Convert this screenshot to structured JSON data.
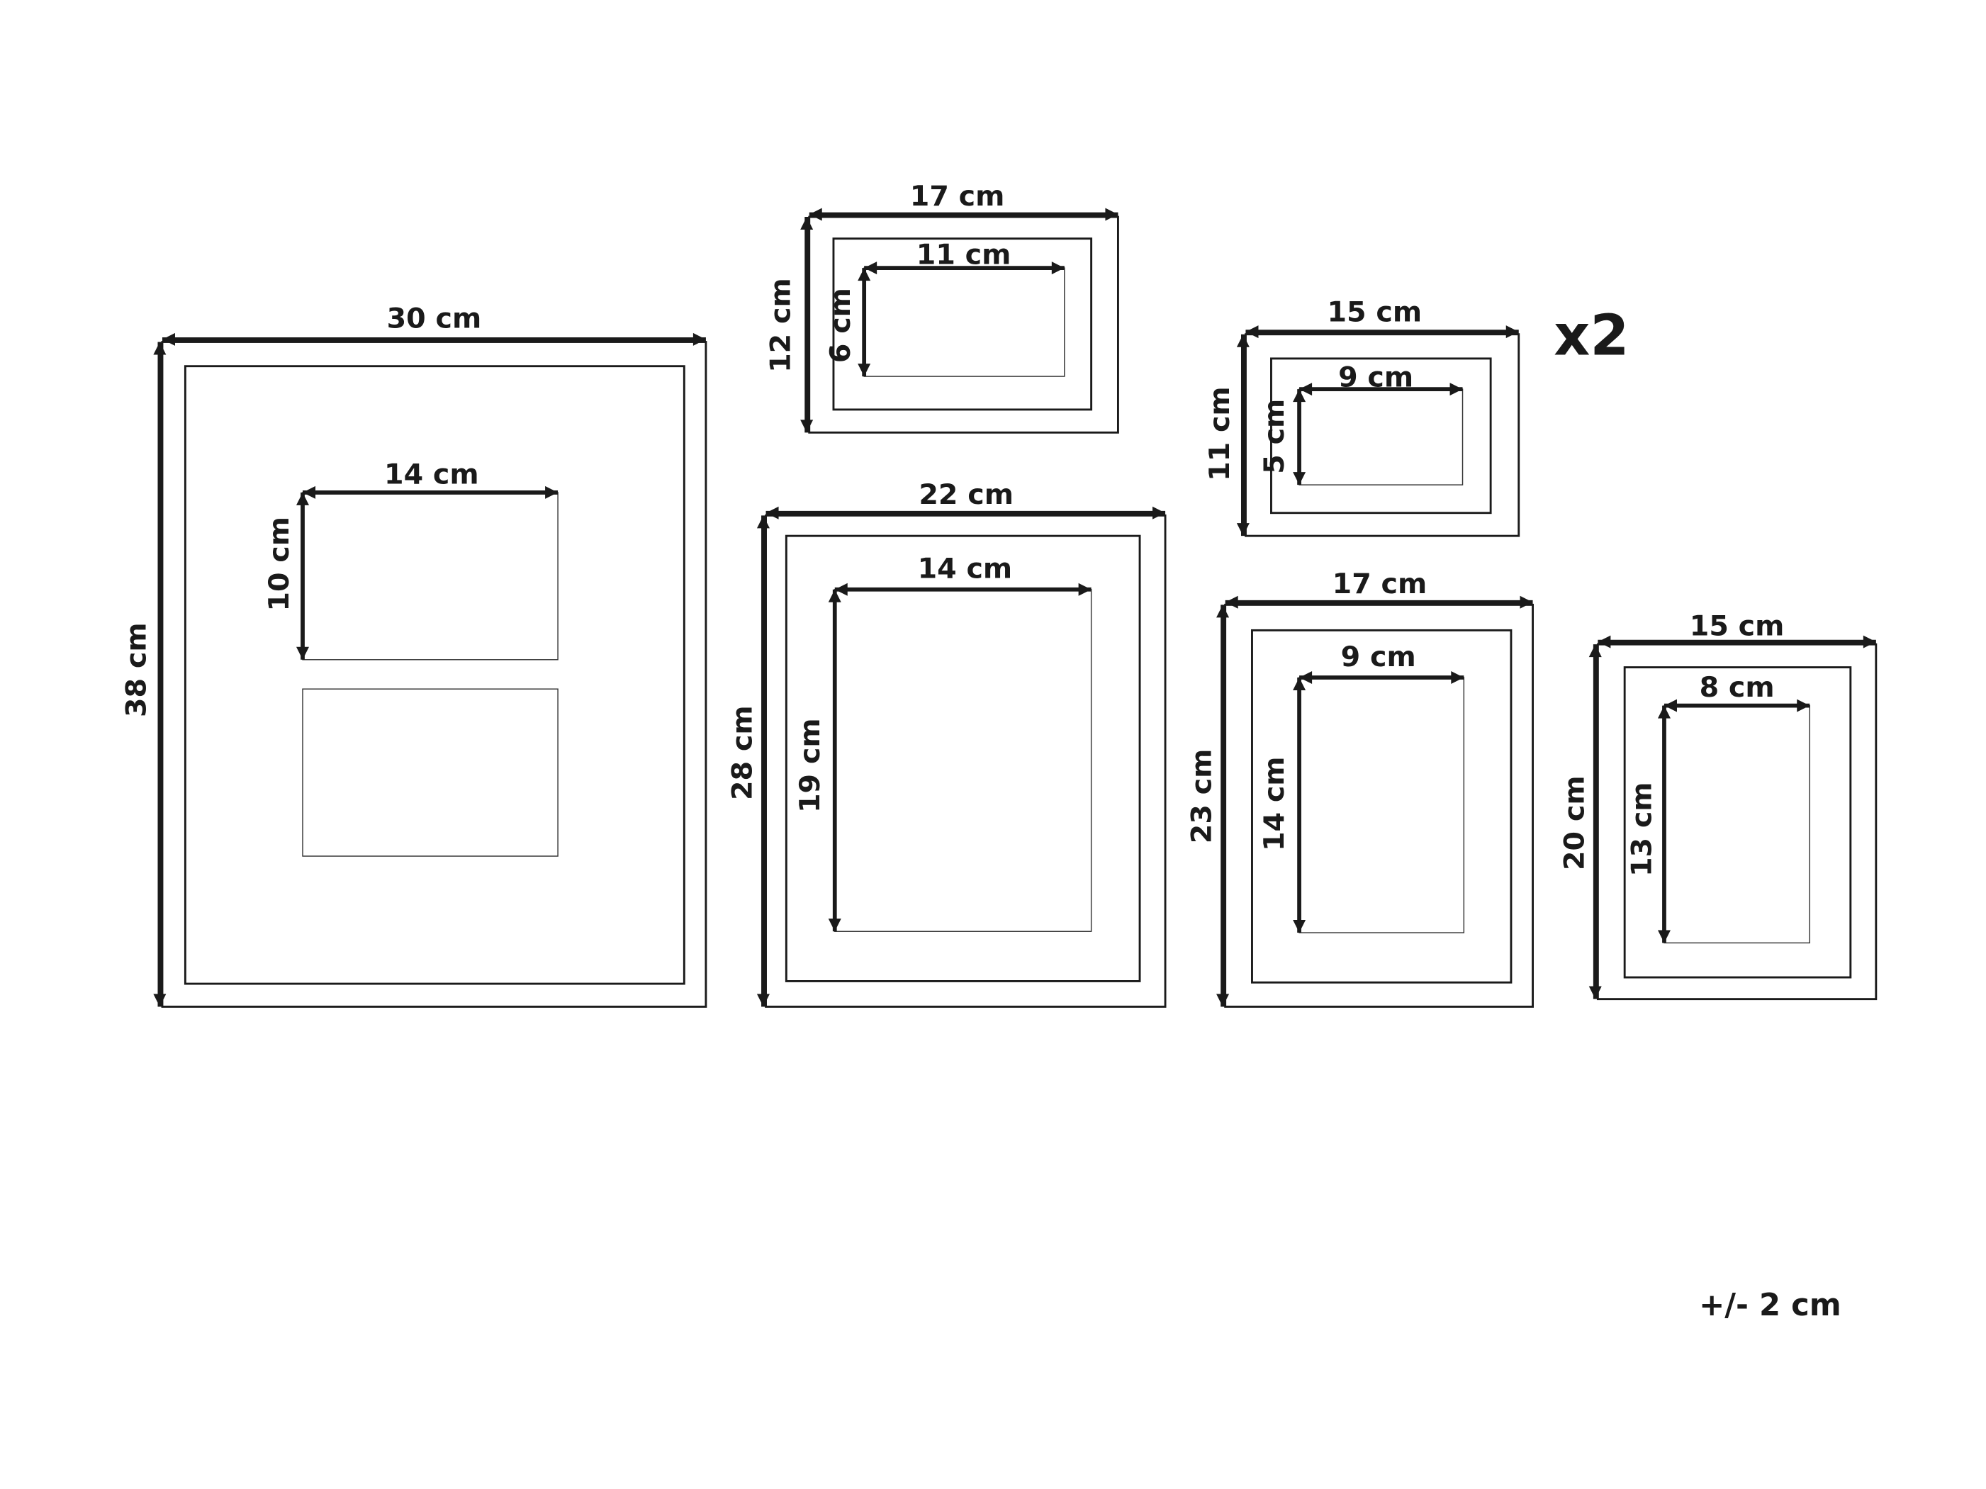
{
  "frames": [
    {
      "name": "frame-30x38",
      "outer_w": "30 cm",
      "outer_h": "38 cm",
      "inner_w": "14 cm",
      "inner_h": "10 cm"
    },
    {
      "name": "frame-17x12",
      "outer_w": "17 cm",
      "outer_h": "12 cm",
      "inner_w": "11 cm",
      "inner_h": "6 cm"
    },
    {
      "name": "frame-15x11",
      "outer_w": "15 cm",
      "outer_h": "11 cm",
      "inner_w": "9 cm",
      "inner_h": "5 cm",
      "quantity": "x2"
    },
    {
      "name": "frame-22x28",
      "outer_w": "22 cm",
      "outer_h": "28 cm",
      "inner_w": "14 cm",
      "inner_h": "19 cm"
    },
    {
      "name": "frame-17x23",
      "outer_w": "17 cm",
      "outer_h": "23 cm",
      "inner_w": "9 cm",
      "inner_h": "14 cm"
    },
    {
      "name": "frame-15x20",
      "outer_w": "15 cm",
      "outer_h": "20 cm",
      "inner_w": "8 cm",
      "inner_h": "13 cm"
    }
  ],
  "tolerance": "+/- 2 cm"
}
